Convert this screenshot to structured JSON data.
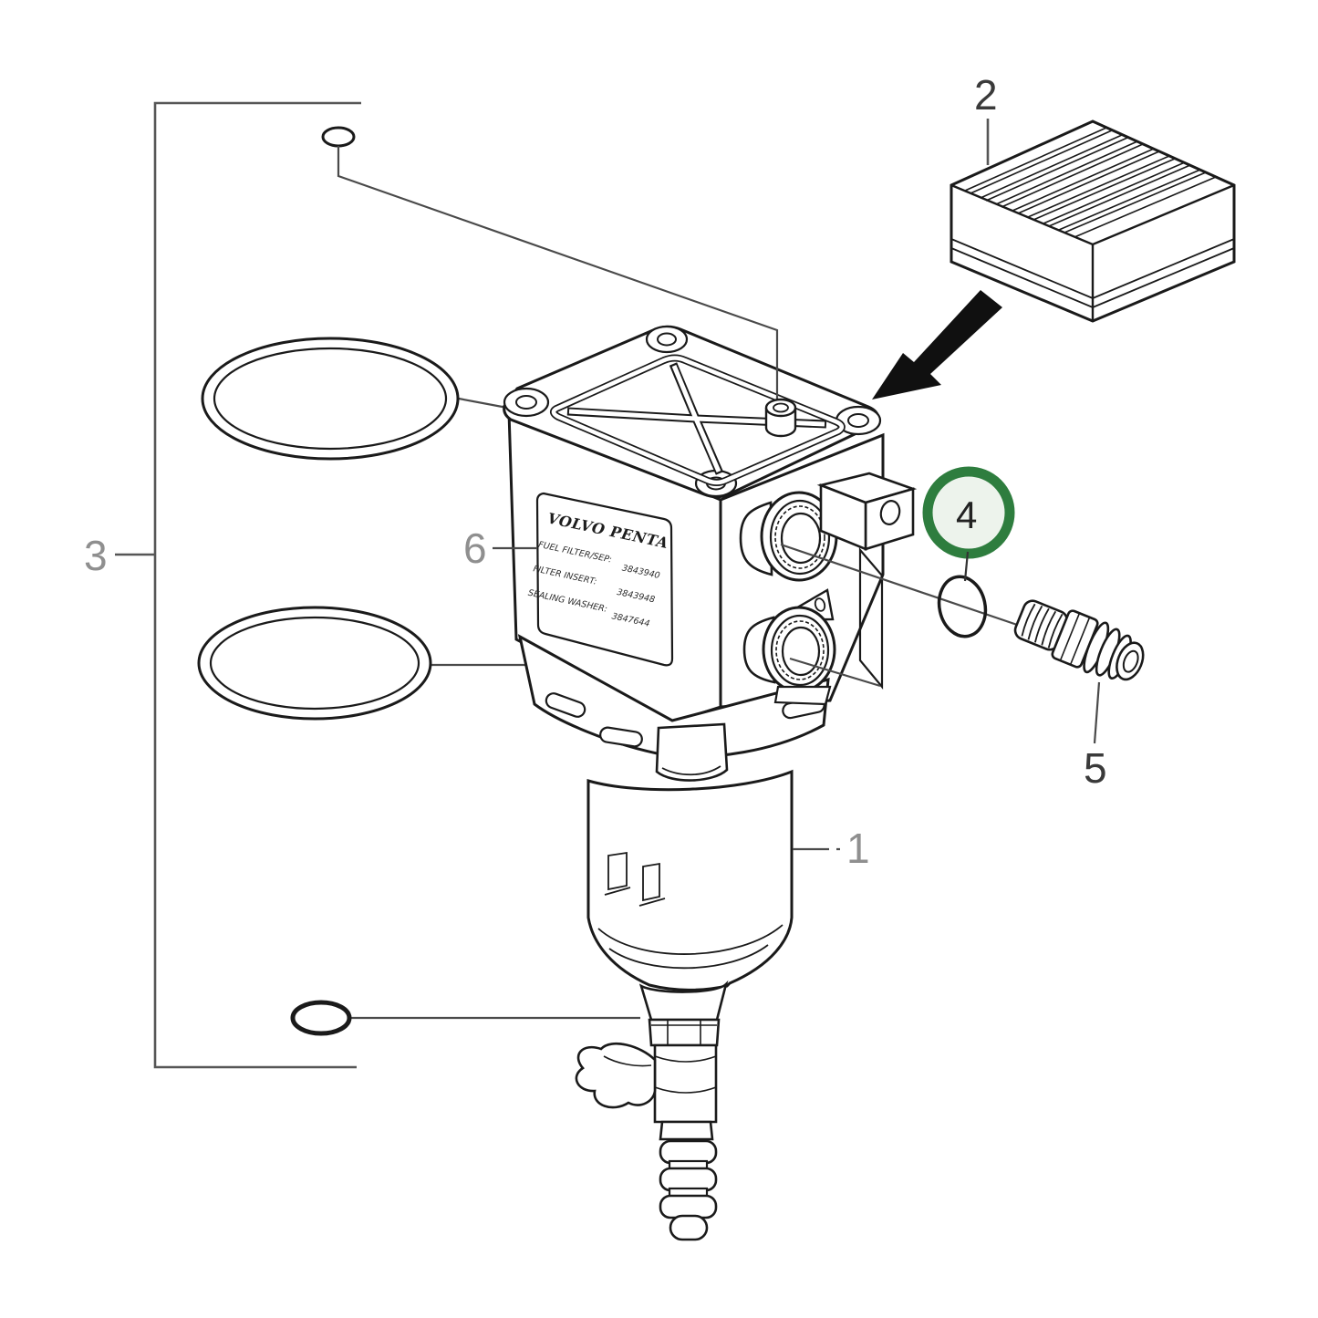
{
  "diagram": {
    "callouts": {
      "c1": "1",
      "c2": "2",
      "c3": "3",
      "c4": "4",
      "c5": "5",
      "c6": "6"
    },
    "label_plate": {
      "brand": "VOLVO PENTA",
      "rows": [
        {
          "name": "FUEL FILTER/SEP:",
          "number": "3843940"
        },
        {
          "name": "FILTER INSERT:",
          "number": "3843948"
        },
        {
          "name": "SEALING WASHER:",
          "number": "3847644"
        }
      ]
    },
    "colors": {
      "line": "#1a1a1a",
      "leader": "#4a4a4a",
      "muted_label": "#8f8f8f",
      "dark_label": "#3a3a3a",
      "highlight_ring": "#2e7d3e",
      "highlight_fill": "#edf3ec",
      "arrow": "#101010",
      "background": "#ffffff"
    }
  }
}
